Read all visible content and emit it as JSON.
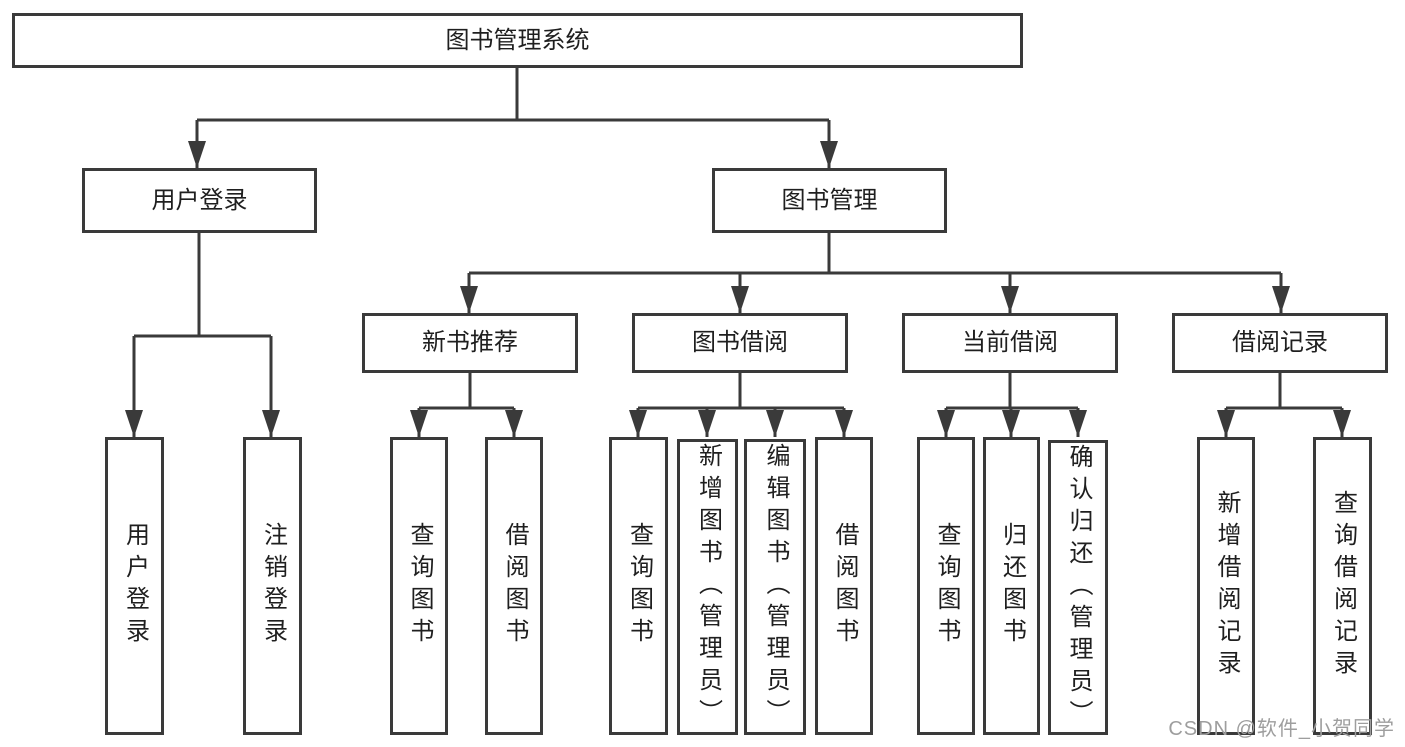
{
  "diagram": {
    "root": {
      "label": "图书管理系统"
    },
    "branches": [
      {
        "label": "用户登录",
        "children": [
          {
            "label": "用户登录"
          },
          {
            "label": "注销登录"
          }
        ]
      },
      {
        "label": "图书管理",
        "groups": [
          {
            "label": "新书推荐",
            "children": [
              {
                "label": "查询图书"
              },
              {
                "label": "借阅图书"
              }
            ]
          },
          {
            "label": "图书借阅",
            "children": [
              {
                "label": "查询图书"
              },
              {
                "label": "新增图书（管理员）"
              },
              {
                "label": "编辑图书（管理员）"
              },
              {
                "label": "借阅图书"
              }
            ]
          },
          {
            "label": "当前借阅",
            "children": [
              {
                "label": "查询图书"
              },
              {
                "label": "归还图书"
              },
              {
                "label": "确认归还（管理员）"
              }
            ]
          },
          {
            "label": "借阅记录",
            "children": [
              {
                "label": "新增借阅记录"
              },
              {
                "label": "查询借阅记录"
              }
            ]
          }
        ]
      }
    ]
  },
  "watermark": {
    "text": "CSDN @软件_小贺同学"
  },
  "colors": {
    "line": "#3a3a3a",
    "border": "#3a3a3a",
    "text": "#1f1f1f",
    "watermark": "#9e9e9e",
    "background": "#ffffff"
  }
}
